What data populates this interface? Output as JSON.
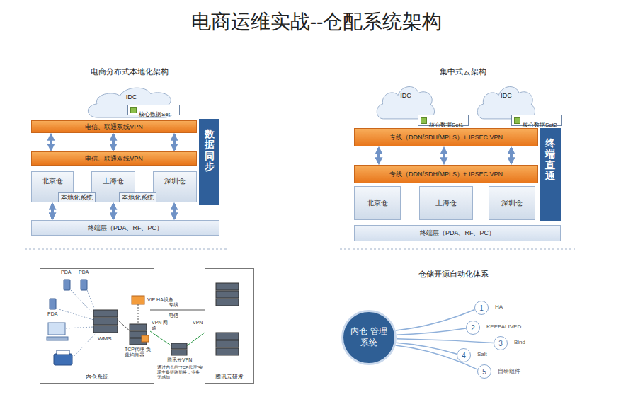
{
  "diagram": {
    "title": "电商运维实战--仓配系统架构",
    "nodes": [
      {
        "text": [
          "IDC"
        ]
      },
      {
        "text": [
          "核心数据Set"
        ],
        "in": 0
      },
      {
        "text": [
          "电信、联通双线VPN"
        ]
      },
      {
        "text": [
          "电信、联通双线VPN"
        ]
      },
      {
        "text": [
          "北京仓"
        ]
      },
      {
        "text": [
          "上海仓"
        ]
      },
      {
        "text": [
          "深圳仓"
        ]
      },
      {
        "text": [
          "本地化系统"
        ]
      },
      {
        "text": [
          "本地化系统"
        ]
      },
      {
        "text": [
          "终端层（PDA、RF、PC）"
        ]
      },
      {
        "text": [
          "数据同步"
        ]
      },
      {
        "text": [
          "IDC"
        ]
      },
      {
        "text": [
          "核心数据Set1"
        ],
        "in": 11
      },
      {
        "text": [
          "IDC"
        ]
      },
      {
        "text": [
          "核心数据Set2"
        ],
        "in": 13
      },
      {
        "text": [
          "专线（DDN/SDH/MPLS）+ IPSEC VPN"
        ]
      },
      {
        "text": [
          "专线（DDN/SDH/MPLS）+ IPSEC VPN"
        ]
      },
      {
        "text": [
          "北京仓"
        ]
      },
      {
        "text": [
          "上海仓"
        ]
      },
      {
        "text": [
          "深圳仓"
        ]
      },
      {
        "text": [
          "终端层（PDA、RF、PC）"
        ]
      },
      {
        "text": [
          "终端直通"
        ]
      },
      {
        "text": [
          "内仓 管理系统"
        ]
      },
      {
        "text": [
          "1",
          "HA"
        ]
      },
      {
        "text": [
          "2",
          "KEEPALIVED"
        ]
      },
      {
        "text": [
          "3",
          "Bind"
        ]
      },
      {
        "text": [
          "4",
          "Salt"
        ]
      },
      {
        "text": [
          "5",
          "自研组件"
        ]
      },
      {
        "text": [
          "内仓系统"
        ]
      },
      {
        "text": [
          "腾讯云研发"
        ]
      }
    ],
    "edges": [
      {
        "from": 2,
        "to": 3,
        "arrow": "both"
      },
      {
        "from": 2,
        "to": 3,
        "arrow": "both"
      },
      {
        "from": 2,
        "to": 3,
        "arrow": "both"
      },
      {
        "from": 4,
        "to": 9,
        "arrow": "both"
      },
      {
        "from": 5,
        "to": 9,
        "arrow": "both"
      },
      {
        "from": 6,
        "to": 9,
        "arrow": "both"
      },
      {
        "from": 15,
        "to": 16,
        "arrow": "both"
      },
      {
        "from": 15,
        "to": 16,
        "arrow": "both"
      },
      {
        "from": 15,
        "to": 16,
        "arrow": "both"
      },
      {
        "from": 22,
        "to": 23,
        "arrow": "none"
      },
      {
        "from": 22,
        "to": 24,
        "arrow": "none"
      },
      {
        "from": 22,
        "to": 25,
        "arrow": "none"
      },
      {
        "from": 22,
        "to": 26,
        "arrow": "none"
      },
      {
        "from": 22,
        "to": 27,
        "arrow": "none"
      }
    ],
    "labels": [
      "电商分布式本地化架构",
      "集中式云架构",
      "仓储开源自动化体系",
      "PDA",
      "PDA",
      "PDA",
      "WMS",
      "VIP HA设备",
      "TCP代理 负载均衡器",
      "专线",
      "电信",
      "VPN 网通",
      "VPN",
      "腾讯云VPN",
      "通过内仓的“TCP代理”实现主备链路切换，业务无感知"
    ]
  }
}
